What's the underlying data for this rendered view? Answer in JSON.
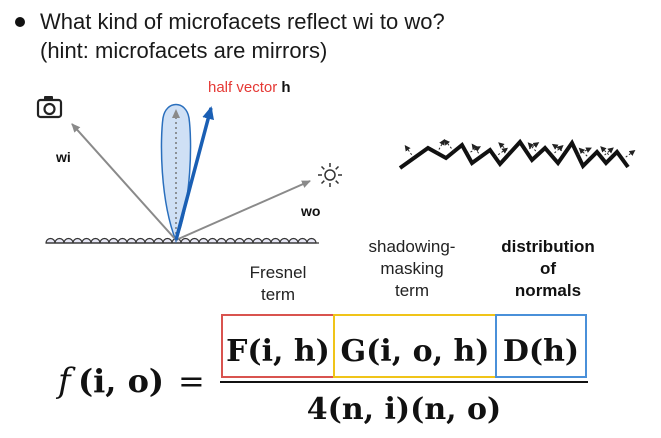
{
  "bullet": {
    "line1": "What kind of microfacets reflect wi to wo?",
    "line2": "(hint: microfacets are mirrors)"
  },
  "diagram": {
    "half_vector_prefix": "half vector ",
    "half_vector_symbol": "h",
    "wi_label": "wi",
    "wo_label": "wo",
    "camera_icon": "camera-icon",
    "light_icon": "sun-light-icon"
  },
  "terms": {
    "fresnel": [
      "Fresnel",
      "term"
    ],
    "shadowing": [
      "shadowing-",
      "masking",
      "term"
    ],
    "distribution": [
      "distribution",
      "of",
      "normals"
    ]
  },
  "formula": {
    "lhs_f": "f",
    "lhs_args": "(i, o)",
    "equals": "=",
    "F": "F(i, h)",
    "G": "G(i, o, h)",
    "D": "D(h)",
    "denominator": "4(n, i)(n, o)"
  },
  "colors": {
    "text": "#1a1a1a",
    "red_box": "#d9534f",
    "yellow_box": "#f0c419",
    "blue_box": "#4a90d9",
    "half_vector_label": "#e53935",
    "half_vector_arrow": "#1a5fb4",
    "lobe_fill": "#cfe0f5",
    "lobe_stroke": "#2a6fbd",
    "ray_gray": "#8a8a8a"
  }
}
